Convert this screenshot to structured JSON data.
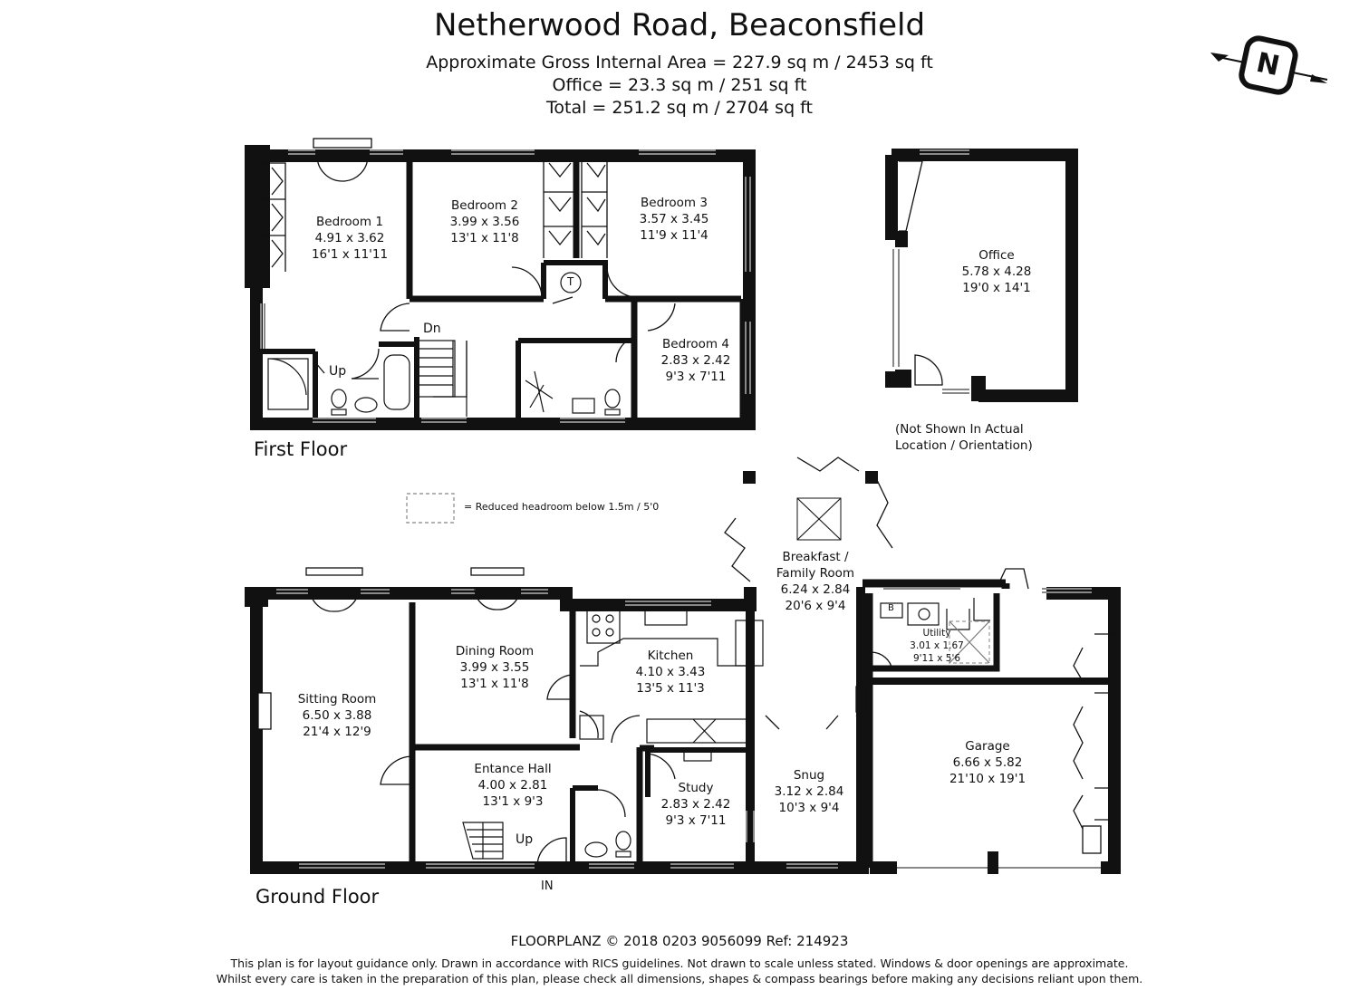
{
  "header": {
    "title": "Netherwood Road, Beaconsfield",
    "areas": [
      "Approximate Gross Internal Area = 227.9 sq m / 2453 sq ft",
      "Office = 23.3 sq m / 251 sq ft",
      "Total = 251.2 sq m / 2704 sq ft"
    ]
  },
  "compass": {
    "letter": "N"
  },
  "floors": {
    "first": "First Floor",
    "ground": "Ground Floor"
  },
  "office_note": {
    "line1": "(Not Shown In Actual",
    "line2": "Location / Orientation)"
  },
  "legend": {
    "text": "= Reduced headroom below 1.5m / 5'0"
  },
  "rooms": {
    "bedroom1": {
      "name": "Bedroom 1",
      "metric": "4.91 x 3.62",
      "imperial": "16'1 x 11'11"
    },
    "bedroom2": {
      "name": "Bedroom 2",
      "metric": "3.99 x 3.56",
      "imperial": "13'1 x 11'8"
    },
    "bedroom3": {
      "name": "Bedroom 3",
      "metric": "3.57 x 3.45",
      "imperial": "11'9 x 11'4"
    },
    "bedroom4": {
      "name": "Bedroom 4",
      "metric": "2.83 x 2.42",
      "imperial": "9'3 x 7'11"
    },
    "office": {
      "name": "Office",
      "metric": "5.78 x 4.28",
      "imperial": "19'0 x 14'1"
    },
    "breakfast": {
      "name1": "Breakfast /",
      "name2": "Family Room",
      "metric": "6.24 x 2.84",
      "imperial": "20'6 x 9'4"
    },
    "sitting": {
      "name": "Sitting Room",
      "metric": "6.50 x 3.88",
      "imperial": "21'4 x 12'9"
    },
    "dining": {
      "name": "Dining Room",
      "metric": "3.99 x 3.55",
      "imperial": "13'1 x 11'8"
    },
    "kitchen": {
      "name": "Kitchen",
      "metric": "4.10 x 3.43",
      "imperial": "13'5 x 11'3"
    },
    "utility": {
      "name": "Utility",
      "metric": "3.01 x 1.67",
      "imperial": "9'11 x 5'6"
    },
    "hall": {
      "name": "Entance Hall",
      "metric": "4.00 x 2.81",
      "imperial": "13'1 x 9'3"
    },
    "study": {
      "name": "Study",
      "metric": "2.83 x 2.42",
      "imperial": "9'3 x 7'11"
    },
    "snug": {
      "name": "Snug",
      "metric": "3.12 x 2.84",
      "imperial": "10'3 x 9'4"
    },
    "garage": {
      "name": "Garage",
      "metric": "6.66 x 5.82",
      "imperial": "21'10 x 19'1"
    }
  },
  "markers": {
    "up": "Up",
    "down": "Dn",
    "in": "IN",
    "tank": "T",
    "boiler": "B"
  },
  "footer": {
    "credit": "FLOORPLANZ © 2018   0203 9056099   Ref: 214923",
    "disclaimer1": "This plan is for layout guidance only. Drawn in accordance with RICS guidelines. Not drawn to scale unless stated. Windows & door openings are approximate.",
    "disclaimer2": "Whilst every care is taken in the preparation of this plan, please check all dimensions, shapes & compass bearings before making any decisions reliant upon them."
  },
  "colors": {
    "wall": "#111111",
    "window": "#9a9a9a",
    "legend_dash": "#999999"
  }
}
